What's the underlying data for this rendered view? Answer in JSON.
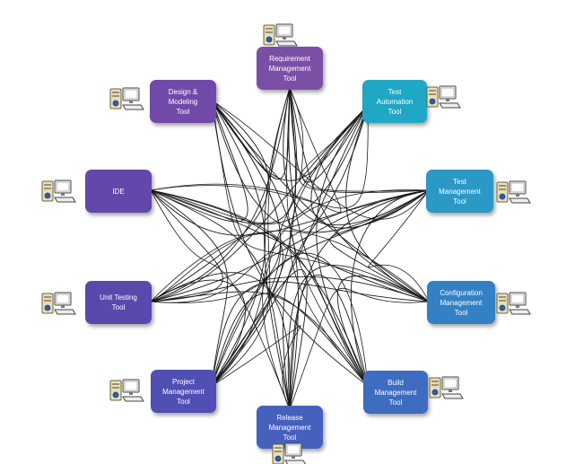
{
  "nodes": [
    {
      "id": "requirement",
      "label": "Requirement\nManagement\nTool",
      "color": "#7b4fa6"
    },
    {
      "id": "test-automation",
      "label": "Test\nAutomation\nTool",
      "color": "#1fa7c6"
    },
    {
      "id": "test-management",
      "label": "Test\nManagement\nTool",
      "color": "#2b98c6"
    },
    {
      "id": "configuration",
      "label": "Configuration\nManagement\nTool",
      "color": "#3380c4"
    },
    {
      "id": "build",
      "label": "Build\nManagement\nTool",
      "color": "#3d6cc0"
    },
    {
      "id": "release",
      "label": "Release\nManagement\nTool",
      "color": "#4660bd"
    },
    {
      "id": "project",
      "label": "Project\nManagement\nTool",
      "color": "#4f4fb4"
    },
    {
      "id": "unit-testing",
      "label": "Unit Testing\nTool",
      "color": "#5a48ad"
    },
    {
      "id": "ide",
      "label": "IDE",
      "color": "#6447ab"
    },
    {
      "id": "design",
      "label": "Design &\nModeling\nTool",
      "color": "#7149a8"
    }
  ],
  "icons": {
    "computer": "computer-icon"
  },
  "colors": {
    "edge": "#1a1a1a"
  }
}
